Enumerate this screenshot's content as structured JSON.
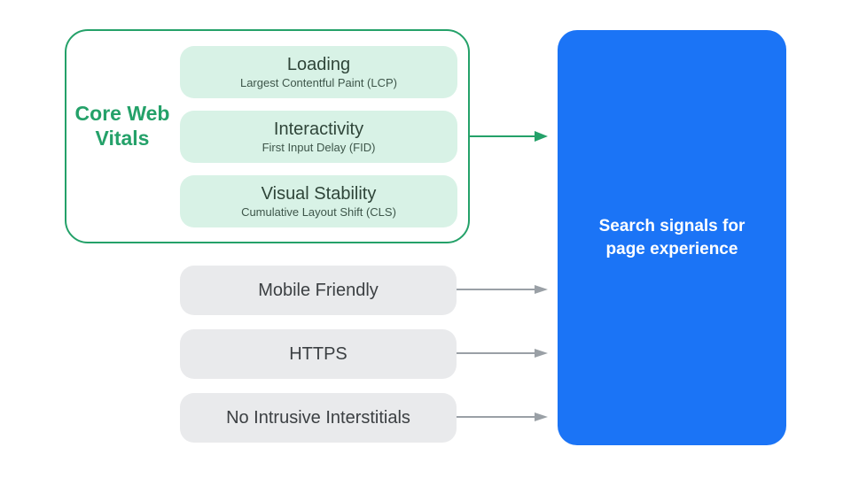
{
  "palette": {
    "green": "#24A169",
    "green_light": "#D8F2E6",
    "blue": "#1B74F6",
    "gray_card": "#E9EAEC",
    "gray_arrow": "#9AA0A6",
    "card_title_text": "#2F4539",
    "card_subtitle_text": "#3E564A",
    "signal_text": "#3C4043",
    "result_text": "#FFFFFF"
  },
  "core_web_vitals": {
    "label": "Core Web Vitals",
    "cards": [
      {
        "title": "Loading",
        "subtitle": "Largest Contentful Paint (LCP)"
      },
      {
        "title": "Interactivity",
        "subtitle": "First Input Delay (FID)"
      },
      {
        "title": "Visual Stability",
        "subtitle": "Cumulative Layout Shift (CLS)"
      }
    ]
  },
  "other_signals": {
    "cards": [
      {
        "label": "Mobile Friendly"
      },
      {
        "label": "HTTPS"
      },
      {
        "label": "No Intrusive Interstitials"
      }
    ]
  },
  "result_box": {
    "label": "Search signals for page experience"
  }
}
